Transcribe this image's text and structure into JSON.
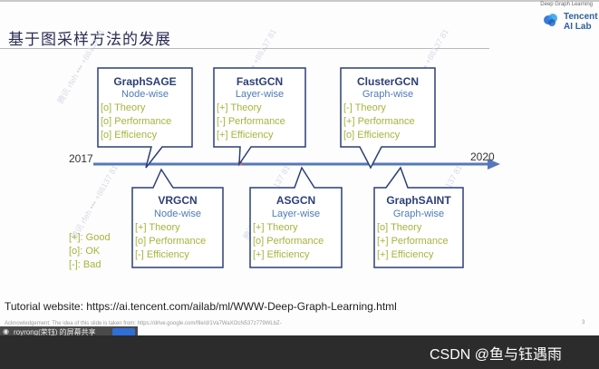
{
  "slide": {
    "title": "基于图采样方法的发展",
    "brand_small": "Deep Graph Learning",
    "brand_name_line1": "Tencent",
    "brand_name_line2": "AI Lab"
  },
  "timeline": {
    "start_year": "2017",
    "end_year": "2020"
  },
  "top_boxes": [
    {
      "name": "GraphSAGE",
      "sub": "Node-wise",
      "lines": [
        "[o] Theory",
        "[o] Performance",
        "[o] Efficiency"
      ]
    },
    {
      "name": "FastGCN",
      "sub": "Layer-wise",
      "lines": [
        "[+] Theory",
        "[-] Performance",
        "[+] Efficiency"
      ]
    },
    {
      "name": "ClusterGCN",
      "sub": "Graph-wise",
      "lines": [
        "[-] Theory",
        "[+] Performance",
        "[o] Efficiency"
      ]
    }
  ],
  "bottom_boxes": [
    {
      "name": "VRGCN",
      "sub": "Node-wise",
      "lines": [
        "[+] Theory",
        "[o] Performance",
        "[-] Efficiency"
      ]
    },
    {
      "name": "ASGCN",
      "sub": "Layer-wise",
      "lines": [
        "[+] Theory",
        "[o] Performance",
        "[+] Efficiency"
      ]
    },
    {
      "name": "GraphSAINT",
      "sub": "Graph-wise",
      "lines": [
        "[o] Theory",
        "[+] Performance",
        "[+] Efficiency"
      ]
    }
  ],
  "legend": [
    "[+]: Good",
    "[o]: OK",
    "[-]: Bad"
  ],
  "tutorial": "Tutorial website: https://ai.tencent.com/ailab/ml/WWW-Deep-Graph-Learning.html",
  "acknowledgement": "Acknowledgement: The idea of this slide is taken from: https://drive.google.com/file/d/1Va7WaXOcN537z779WLbZ-",
  "page_number": "3",
  "share_bar": {
    "icon": "screen-share-icon",
    "text": "royrong(荣钰) 的屏幕共享",
    "button": ""
  },
  "watermark": "CSDN @鱼与钰遇雨",
  "colors": {
    "title": "#2b2b55",
    "box_border": "#2c3f77",
    "box_name": "#2c3f77",
    "box_sub": "#4e7ab8",
    "rating": "#a6b43c",
    "timeline": "#5577bb"
  }
}
